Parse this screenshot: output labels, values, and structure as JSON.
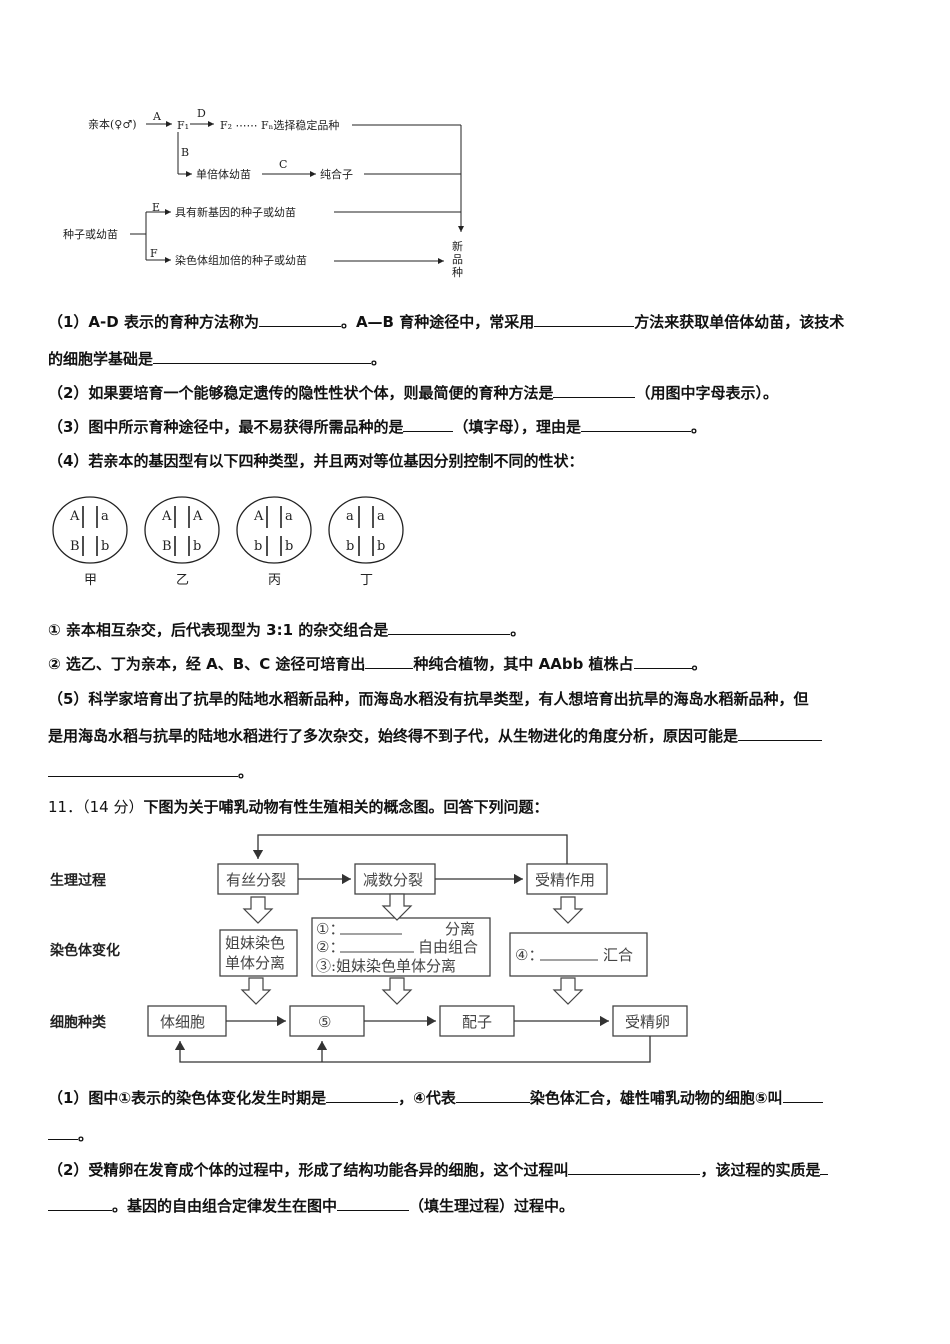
{
  "breeding_diagram": {
    "parent": "亲本(♀♂)",
    "label_A": "A",
    "label_D": "D",
    "label_B": "B",
    "label_C": "C",
    "label_E": "E",
    "label_F": "F",
    "f1": "F₁",
    "f2_chain": "F₂ ⋯⋯ Fₙ选择稳定品种",
    "haploid": "单倍体幼苗",
    "homozygote": "纯合子",
    "seed": "种子或幼苗",
    "new_gene": "具有新基因的种子或幼苗",
    "doubled": "染色体组加倍的种子或幼苗",
    "new_variety_chars": [
      "新",
      "品",
      "种"
    ]
  },
  "q10": {
    "p1a": "（1）A-D 表示的育种方法称为",
    "p1b": "。A—B 育种途径中，常采用",
    "p1c": "方法来获取单倍体幼苗，该技术",
    "p1d": "的细胞学基础是",
    "p1e": "。",
    "p2a": "（2）如果要培育一个能够稳定遗传的隐性性状个体，则最简便的育种方法是",
    "p2b": "（用图中字母表示）。",
    "p3a": "（3）图中所示育种途径中，最不易获得所需品种的是",
    "p3b": "（填字母），理由是",
    "p3c": "。",
    "p4": "（4）若亲本的基因型有以下四种类型，并且两对等位基因分别控制不同的性状：",
    "cells": [
      {
        "label": "甲",
        "top": [
          "A",
          "a"
        ],
        "bottom": [
          "B",
          "b"
        ]
      },
      {
        "label": "乙",
        "top": [
          "A",
          "A"
        ],
        "bottom": [
          "B",
          "b"
        ]
      },
      {
        "label": "丙",
        "top": [
          "A",
          "a"
        ],
        "bottom": [
          "b",
          "b"
        ]
      },
      {
        "label": "丁",
        "top": [
          "a",
          "a"
        ],
        "bottom": [
          "b",
          "b"
        ]
      }
    ],
    "s1a": "① 亲本相互杂交，后代表现型为 3:1 的杂交组合是",
    "s1b": "。",
    "s2a": "② 选乙、丁为亲本，经 A、B、C 途径可培育出",
    "s2b": "种纯合植物，其中 AAbb 植株占",
    "s2c": "。",
    "p5a": "（5）科学家培育出了抗旱的陆地水稻新品种，而海岛水稻没有抗旱类型，有人想培育出抗旱的海岛水稻新品种，但",
    "p5b": "是用海岛水稻与抗旱的陆地水稻进行了多次杂交，始终得不到子代，从生物进化的角度分析，原因可能是",
    "p5c": "。"
  },
  "q11": {
    "num": "11．（14 分）",
    "title": "下图为关于哺乳动物有性生殖相关的概念图。回答下列问题：",
    "row_labels": [
      "生理过程",
      "染色体变化",
      "细胞种类"
    ],
    "process_boxes": [
      "有丝分裂",
      "减数分裂",
      "受精作用"
    ],
    "change_box1": [
      "姐妹染色",
      "单体分离"
    ],
    "change_box2_l1a": "①：",
    "change_box2_l1b": "分离",
    "change_box2_l2a": "②：",
    "change_box2_l2b": "自由组合",
    "change_box2_l3": "③:姐妹染色单体分离",
    "change_box3a": "④：",
    "change_box3b": "汇合",
    "cell_boxes": [
      "体细胞",
      "⑤",
      "配子",
      "受精卵"
    ],
    "a1a": "（1）图中①表示的染色体变化发生时期是",
    "a1b": "，④代表",
    "a1c": "染色体汇合，雄性哺乳动物的细胞⑤叫",
    "a1d": "。",
    "a2a": "（2）受精卵在发育成个体的过程中，形成了结构功能各异的细胞，这个过程叫",
    "a2b": "，该过程的实质是",
    "a2c": "。基因的自由组合定律发生在图中",
    "a2d": "（填生理过程）过程中。"
  }
}
